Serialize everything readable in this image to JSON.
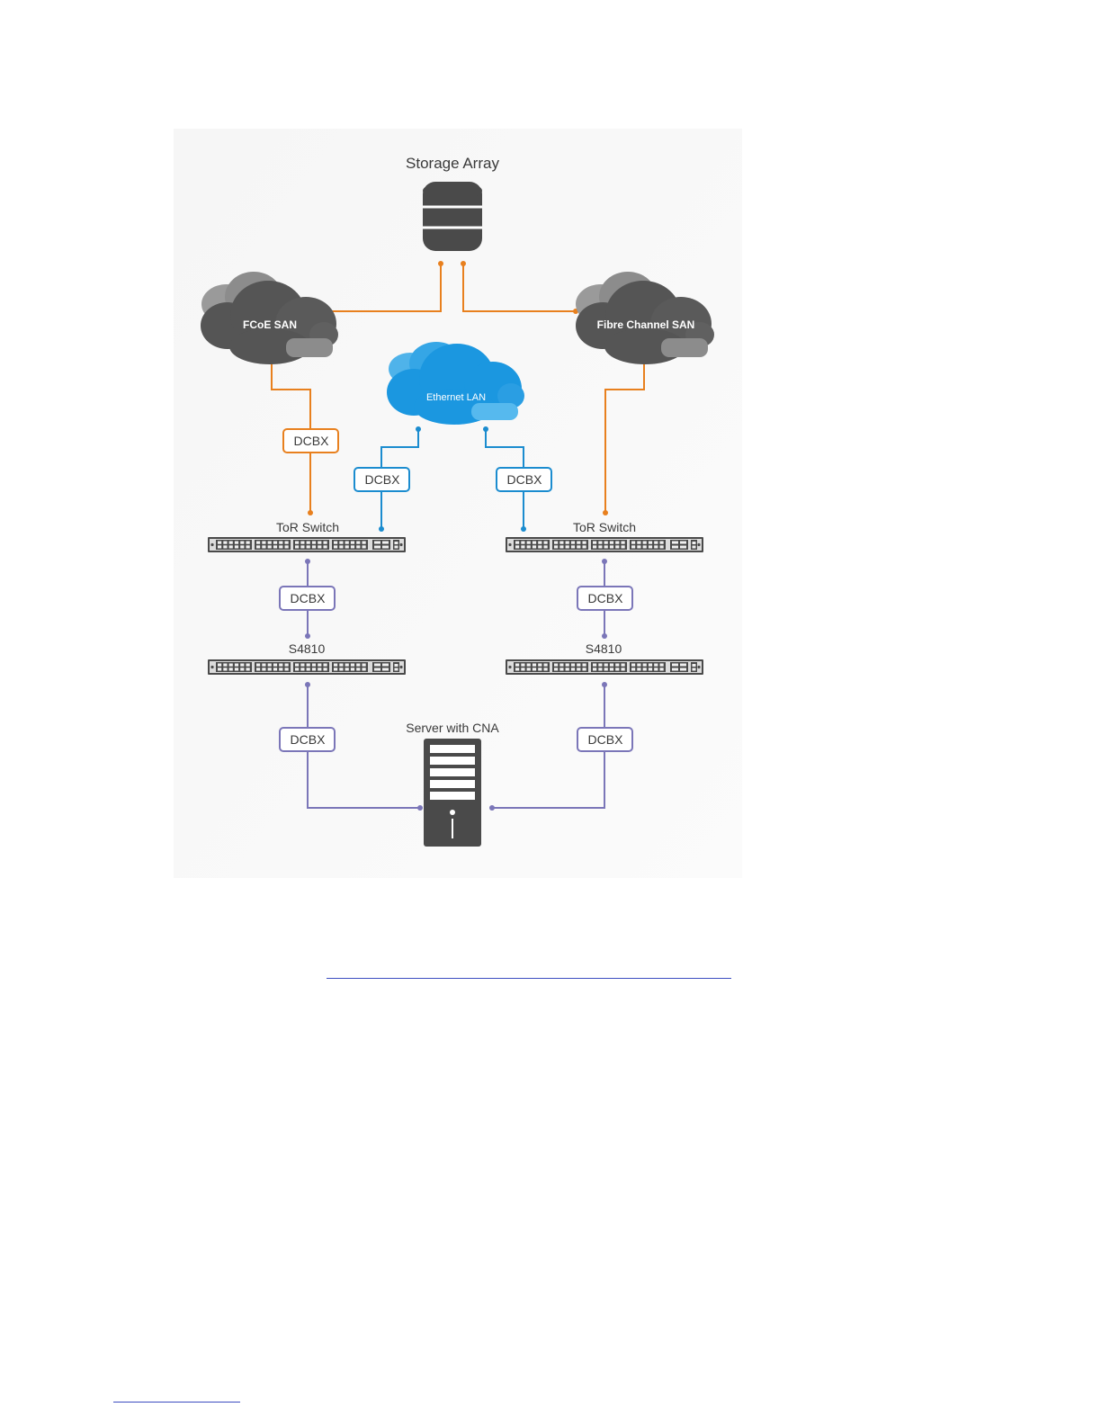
{
  "diagram": {
    "storage_label": "Storage Array",
    "fcoe_label": "FCoE SAN",
    "fc_label": "Fibre Channel SAN",
    "ethernet_label": "Ethernet LAN",
    "tor_left_label": "ToR Switch",
    "tor_right_label": "ToR Switch",
    "s4810_left_label": "S4810",
    "s4810_right_label": "S4810",
    "server_label": "Server with CNA",
    "dcbx_fcoe": "DCBX",
    "dcbx_lan_left": "DCBX",
    "dcbx_lan_right": "DCBX",
    "dcbx_tor_left": "DCBX",
    "dcbx_tor_right": "DCBX",
    "dcbx_server_left": "DCBX",
    "dcbx_server_right": "DCBX"
  },
  "colors": {
    "orange": "#e8801e",
    "blue": "#1b8ccf",
    "purple": "#7b76b8",
    "dark": "#4a4a4a"
  }
}
